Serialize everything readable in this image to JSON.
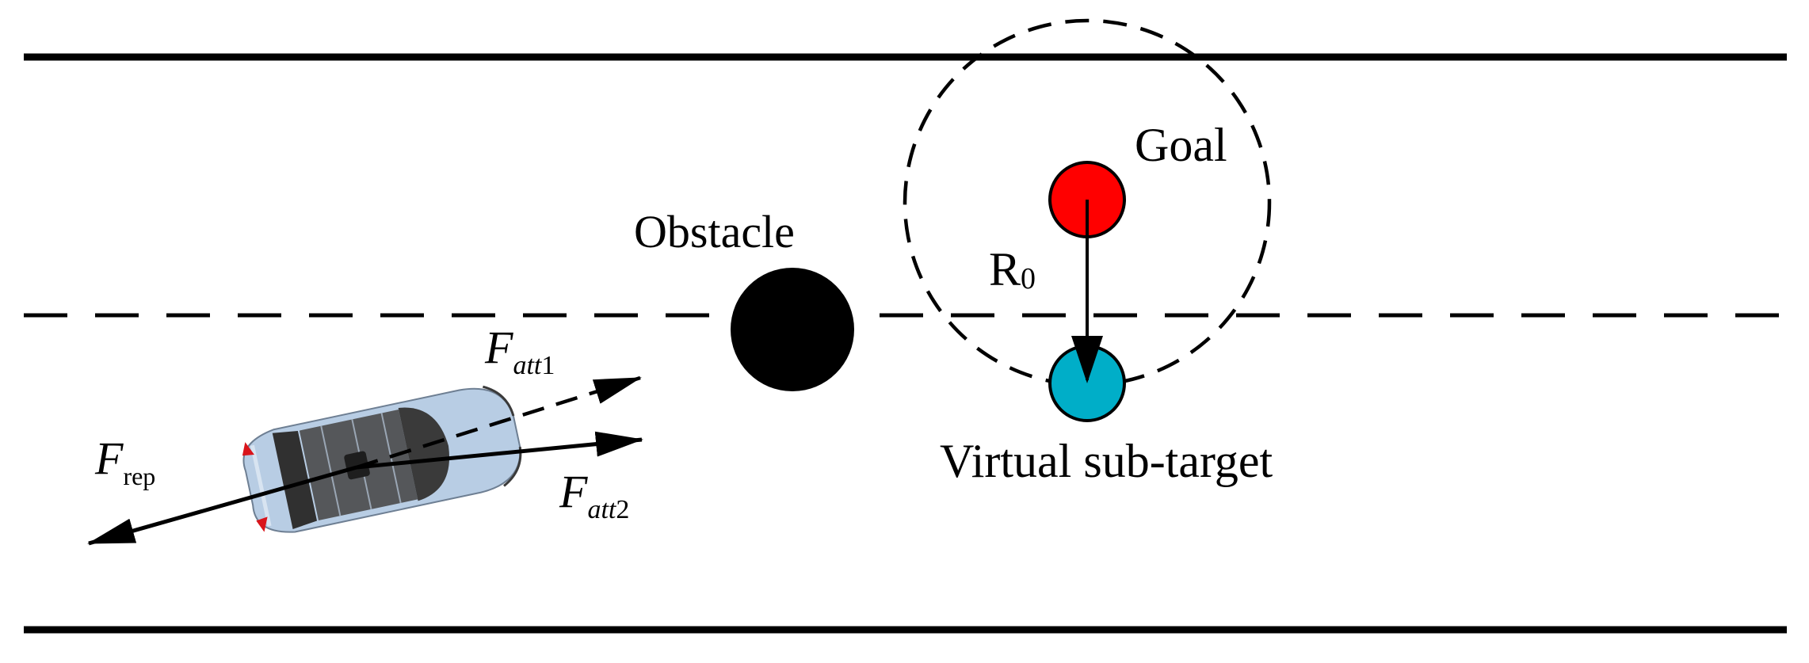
{
  "labels": {
    "goal": "Goal",
    "obstacle": "Obstacle",
    "r0_main": "R",
    "r0_sub": "0",
    "virtual_subtarget": "Virtual sub-target",
    "f_att1_main": "F",
    "f_att1_sub_italic": "att",
    "f_att1_sub_num": "1",
    "f_att2_main": "F",
    "f_att2_sub_italic": "att",
    "f_att2_sub_num": "2",
    "f_rep_main": "F",
    "f_rep_sub": "rep"
  },
  "colors": {
    "goal": "#ff0000",
    "subtarget": "#00aec8",
    "obstacle": "#000000",
    "car_body": "#b8cde4",
    "lines": "#000000"
  }
}
